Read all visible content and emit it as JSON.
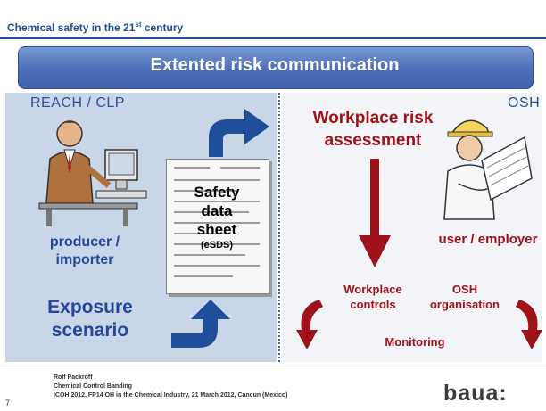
{
  "header": {
    "title_main": "Chemical safety in the 21",
    "title_sup": "st",
    "title_end": " century"
  },
  "banner": {
    "title": "Extented risk communication"
  },
  "left": {
    "label": "REACH / CLP",
    "producer": [
      "producer /",
      "importer"
    ],
    "exposure": [
      "Exposure",
      "scenario"
    ]
  },
  "sds": {
    "line1": "Safety",
    "line2": "data",
    "line3": "sheet",
    "line4": "(eSDS)"
  },
  "right": {
    "label": "OSH",
    "assessment": [
      "Workplace risk",
      "assessment"
    ],
    "user": "user / employer",
    "controls": [
      "Workplace",
      "controls"
    ],
    "organisation": [
      "OSH",
      "organisation"
    ],
    "monitoring": "Monitoring"
  },
  "footer": {
    "author": "Rolf Packroff",
    "event": "Chemical Control Banding",
    "conference": "ICOH 2012, FP14 OH in the Chemical Industry, 21 March 2012, Cancun (Mexico)",
    "page": "7",
    "logo": "baua:"
  },
  "colors": {
    "accent_blue": "#24479a",
    "accent_red": "#a0121a",
    "panel_left": "#c8d6e8",
    "panel_right": "#f2f4f8"
  }
}
